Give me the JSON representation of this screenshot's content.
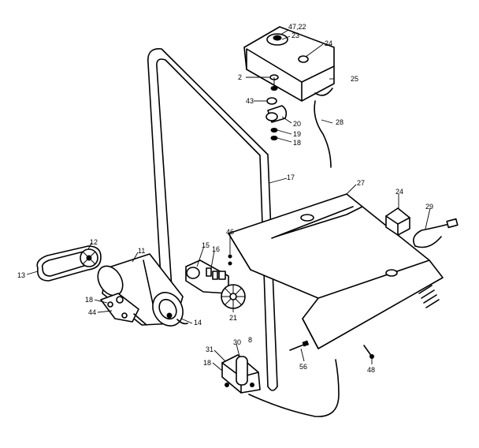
{
  "callouts": {
    "c47_22": "47,22",
    "c23": "23",
    "c24_top": "24",
    "c2": "2",
    "c25": "25",
    "c43": "43",
    "c20": "20",
    "c28": "28",
    "c19": "19",
    "c18_top": "18",
    "c17": "17",
    "c27": "27",
    "c24_switch": "24",
    "c29": "29",
    "c12": "12",
    "c11": "11",
    "c13": "13",
    "c15": "15",
    "c16": "16",
    "c46": "46",
    "c18_left": "18",
    "c44": "44",
    "c14": "14",
    "c21": "21",
    "c30": "30",
    "c31": "31",
    "c18_bottom": "18",
    "c56": "56",
    "c48": "48",
    "c8": "8"
  },
  "colors": {
    "line": "#000000",
    "background": "#ffffff"
  }
}
